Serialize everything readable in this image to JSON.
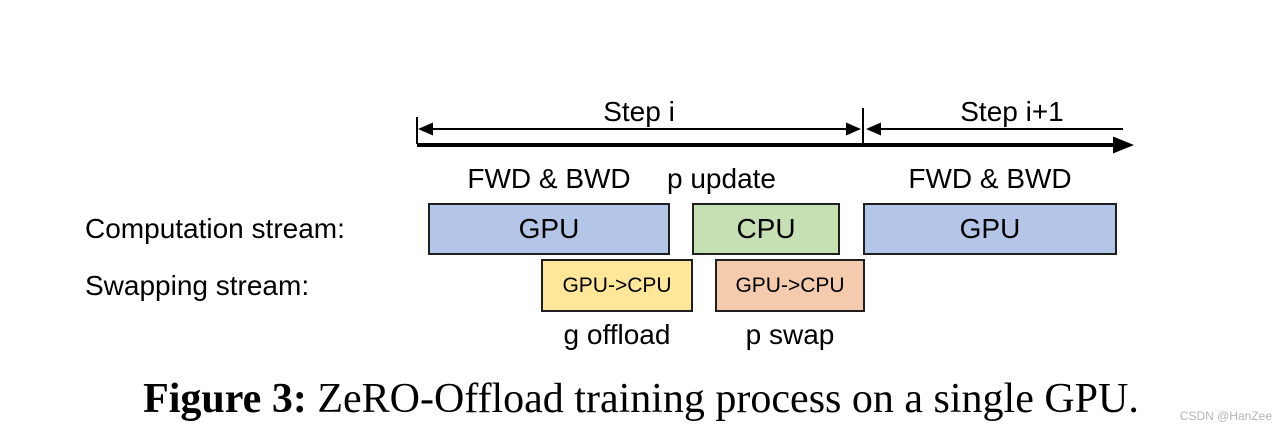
{
  "timeline": {
    "step_i_label": "Step i",
    "step_i_plus_1_label": "Step i+1"
  },
  "phase_labels": {
    "fwd_bwd_1": "FWD & BWD",
    "p_update": "p update",
    "fwd_bwd_2": "FWD & BWD"
  },
  "computation_stream": {
    "row_label": "Computation stream:",
    "boxes": [
      {
        "label": "GPU",
        "color": "#b4c6e7"
      },
      {
        "label": "CPU",
        "color": "#c6e0b4"
      },
      {
        "label": "GPU",
        "color": "#b4c6e7"
      }
    ]
  },
  "swapping_stream": {
    "row_label": "Swapping stream:",
    "boxes": [
      {
        "label": "GPU->CPU",
        "color": "#ffe699",
        "sublabel": "g offload"
      },
      {
        "label": "GPU->CPU",
        "color": "#f5cbad",
        "sublabel": "p swap"
      }
    ]
  },
  "caption": {
    "prefix": "Figure 3:",
    "text": " ZeRO-Offload training process on a single GPU."
  },
  "watermark": "CSDN @HanZee",
  "colors": {
    "gpu_box": "#b4c6e7",
    "cpu_box": "#c6e0b4",
    "gradient_offload_box": "#ffe699",
    "param_swap_box": "#f5cbad",
    "box_border": "#1f1f1f",
    "arrow": "#000000",
    "watermark_text": "#b5b5b5"
  }
}
